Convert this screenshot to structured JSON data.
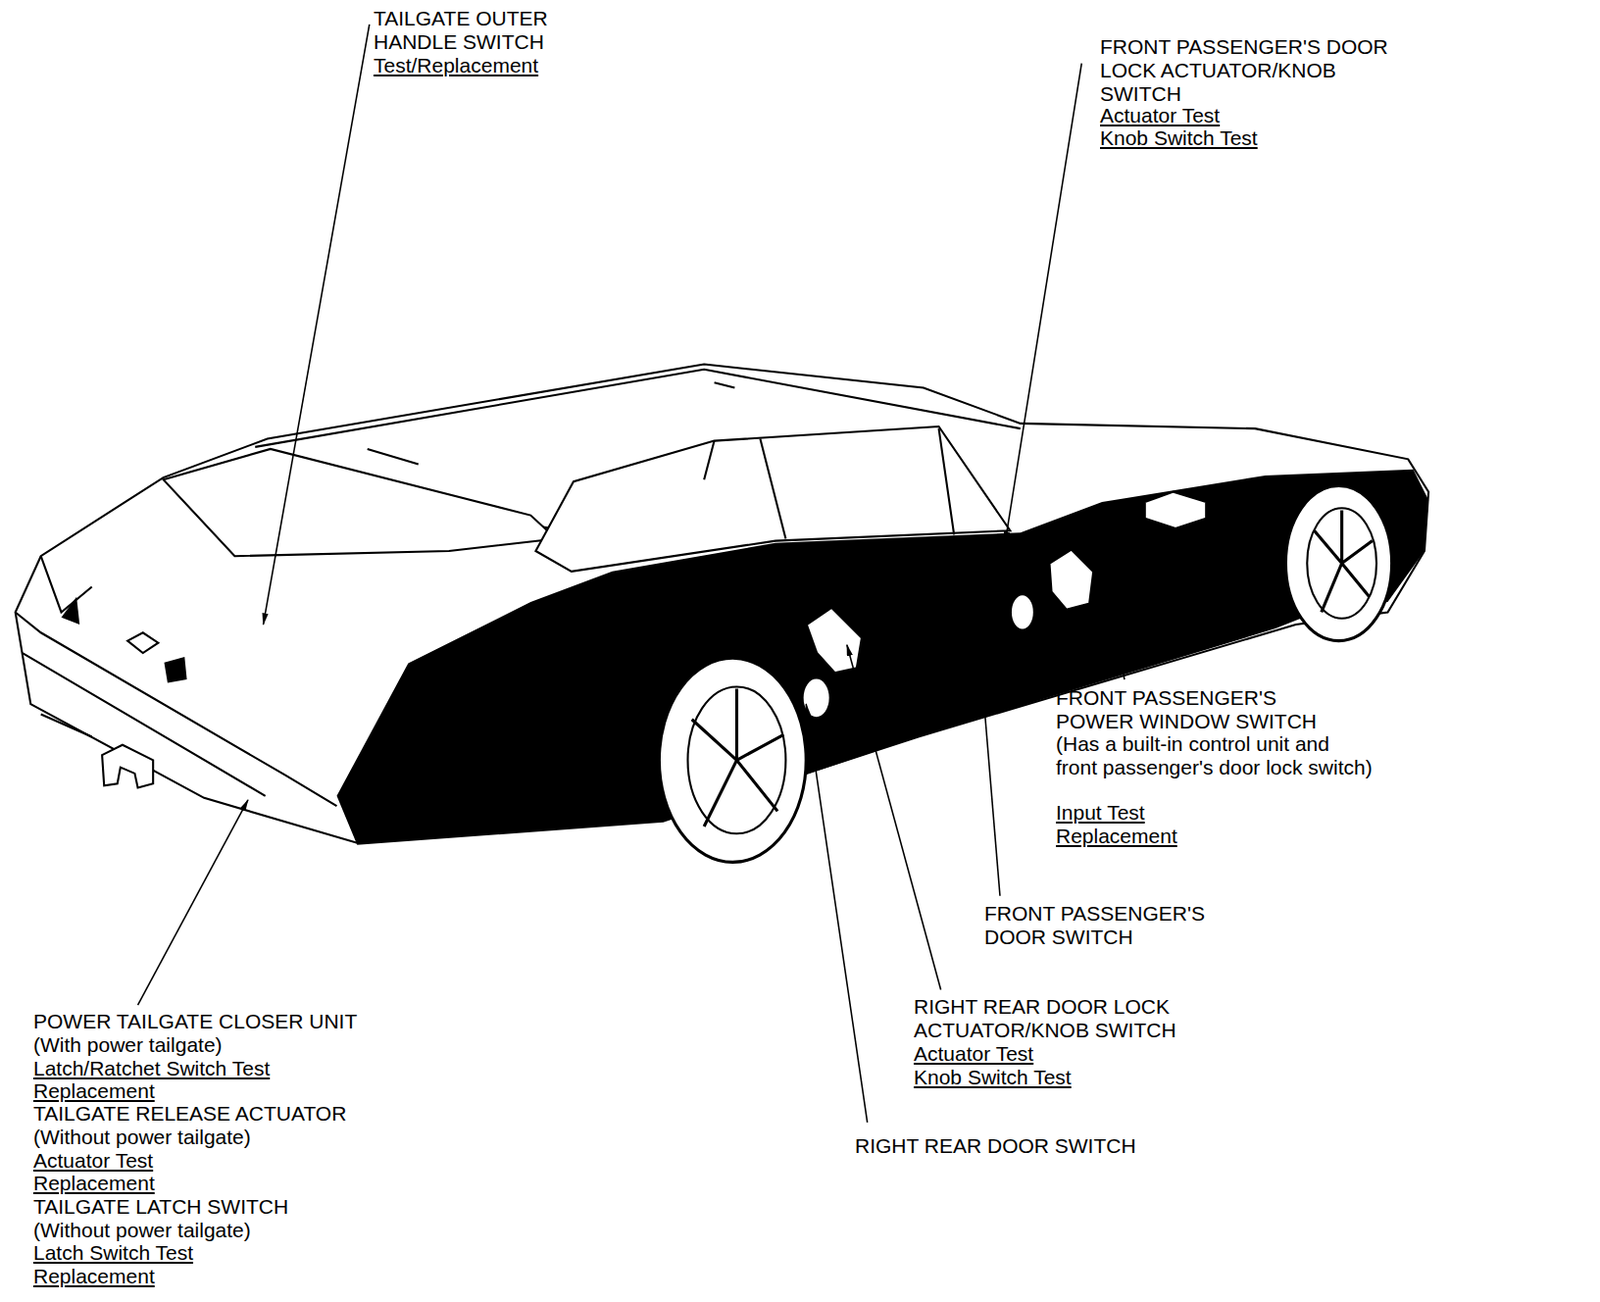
{
  "diagram": {
    "labels": [
      "TAILGATE OUTER HANDLE SWITCH",
      "Test/Replacement",
      "FRONT PASSENGER'S DOOR LOCK ACTUATOR/KNOB SWITCH",
      "Actuator Test",
      "Knob Switch Test",
      "FRONT PASSENGER'S POWER WINDOW SWITCH",
      "(Has a built-in control unit and front passenger's door lock switch)",
      "Input Test",
      "Replacement",
      "FRONT PASSENGER'S DOOR SWITCH",
      "RIGHT REAR DOOR LOCK ACTUATOR/KNOB SWITCH",
      "Actuator Test",
      "Knob Switch Test",
      "RIGHT REAR DOOR SWITCH",
      "POWER TAILGATE CLOSER UNIT",
      "(With power tailgate)",
      "Latch/Ratchet Switch Test",
      "Replacement",
      "TAILGATE RELEASE ACTUATOR",
      "(Without power tailgate)",
      "Actuator Test",
      "Replacement",
      "TAILGATE LATCH SWITCH",
      "(Without power tailgate)",
      "Latch Switch Test",
      "Replacement"
    ]
  }
}
